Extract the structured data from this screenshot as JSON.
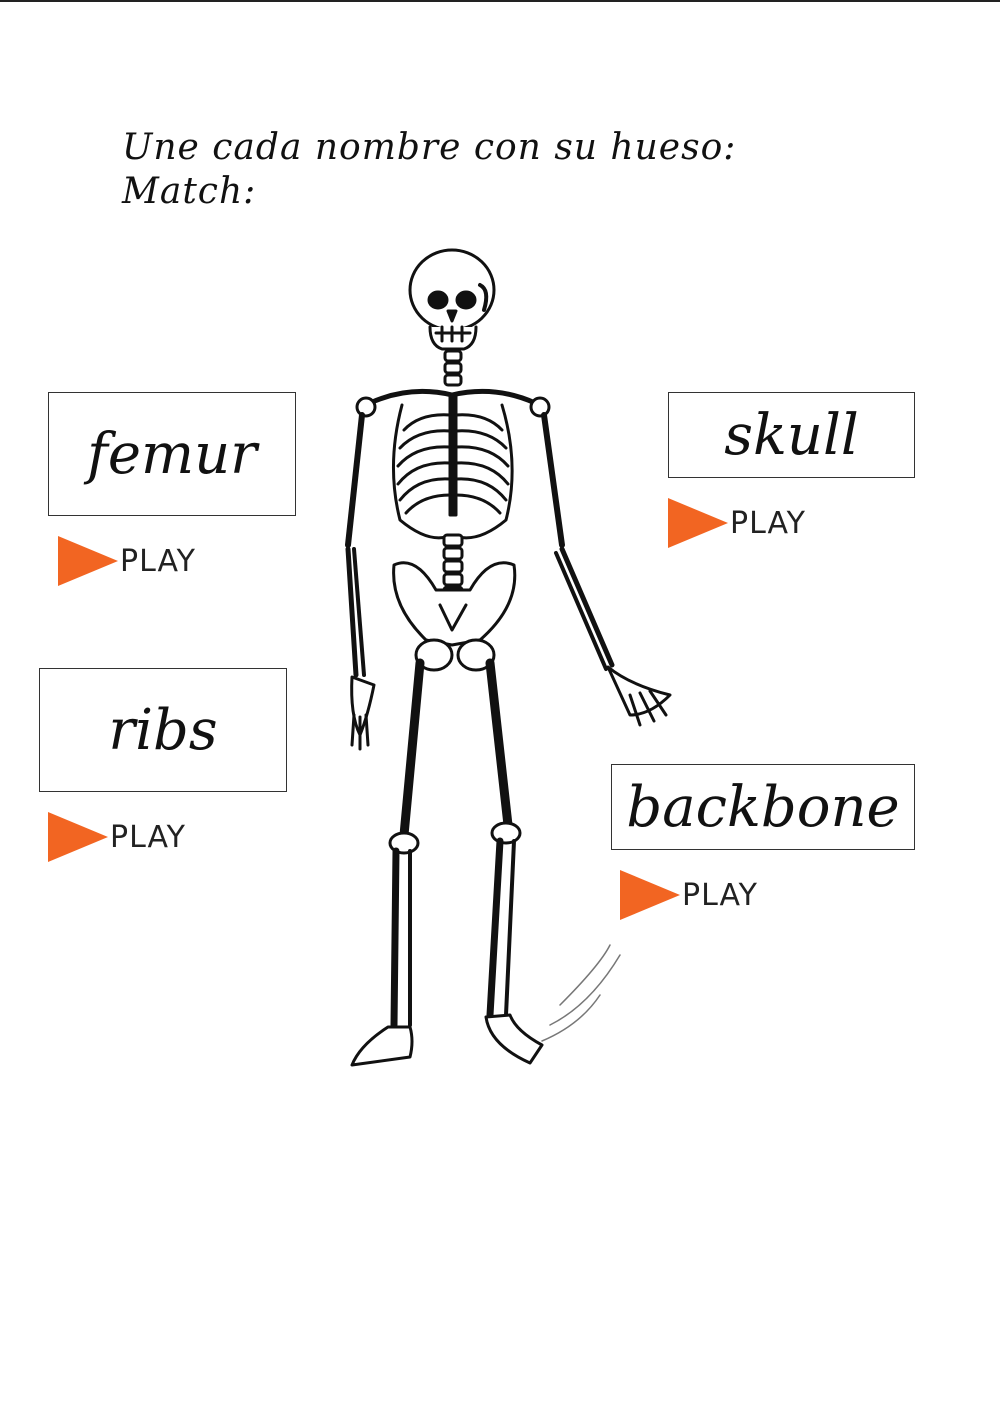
{
  "instructions": {
    "line1": "Une cada nombre con su hueso:",
    "line2": "Match:"
  },
  "words": {
    "femur": "femur",
    "skull": "skull",
    "ribs": "ribs",
    "backbone": "backbone"
  },
  "play_label": "PLAY",
  "colors": {
    "play_triangle": "#f26522",
    "ink": "#111111"
  }
}
